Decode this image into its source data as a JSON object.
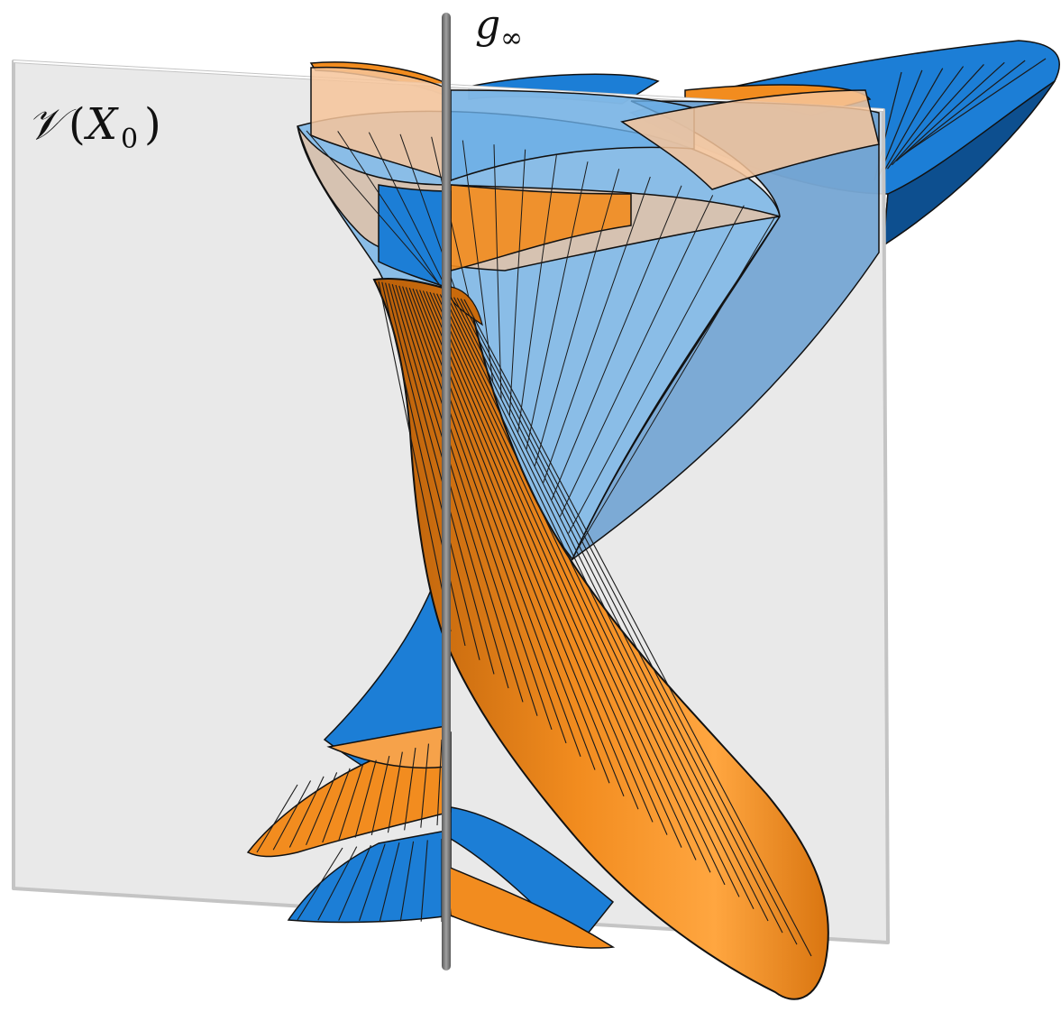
{
  "labels": {
    "axis": "g",
    "axis_sub": "∞",
    "plane_script": "𝒱",
    "plane_open": "(",
    "plane_var": "X",
    "plane_sub": "0",
    "plane_close": ")"
  },
  "colors": {
    "background": "#ffffff",
    "plane_fill": "#e6e6e6",
    "plane_edge": "#c8c8c8",
    "axis": "#7d7d7d",
    "blue": "#1c7ed6",
    "blue_light": "#6aaee6",
    "blue_dark": "#0d4f8f",
    "orange": "#f28c1f",
    "orange_light": "#f6c49a",
    "orange_dark": "#c96a0c",
    "ruling": "#1a1a1a"
  }
}
